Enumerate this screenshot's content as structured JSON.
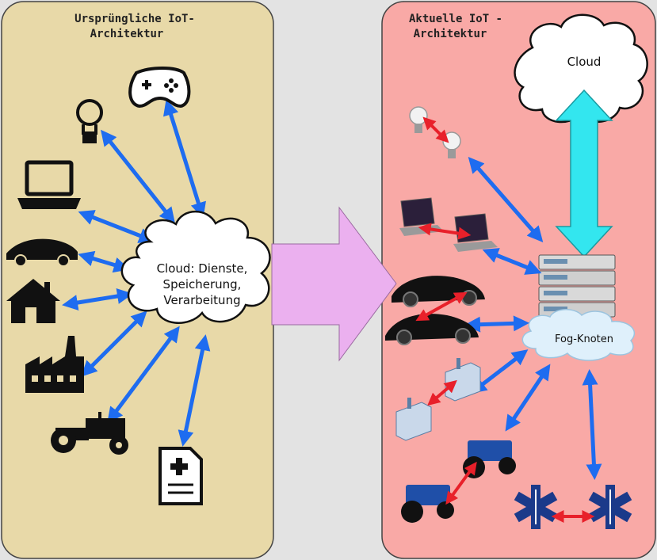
{
  "left_panel": {
    "title_line1": "Ursprüngliche IoT-",
    "title_line2": "Architektur",
    "cloud_line1": "Cloud: Dienste,",
    "cloud_line2": "Speicherung,",
    "cloud_line3": "Verarbeitung",
    "devices": [
      "lightbulb-icon",
      "gamepad-icon",
      "laptop-icon",
      "car-icon",
      "house-icon",
      "factory-icon",
      "tractor-icon",
      "medical-document-icon"
    ]
  },
  "right_panel": {
    "title_line1": "Aktuelle IoT -",
    "title_line2": "Architektur",
    "cloud_label": "Cloud",
    "fog_label": "Fog-Knoten",
    "devices": [
      "lightbulb-pair-icon",
      "laptop-pair-icon",
      "sports-car-pair-icon",
      "factory-pair-icon",
      "tractor-pair-icon",
      "medical-star-pair-icon"
    ]
  },
  "colors": {
    "left_bg": "#e8d9a8",
    "right_bg": "#f9a9a6",
    "arrow_blue": "#1e6cf0",
    "arrow_red": "#e8202a",
    "arrow_cyan": "#33e6ef",
    "big_arrow": "#ebb0ef"
  }
}
